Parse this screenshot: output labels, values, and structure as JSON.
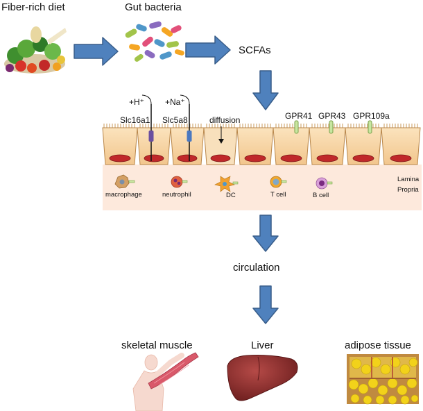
{
  "diagram": {
    "fiber_diet": "Fiber-rich diet",
    "gut_bacteria": "Gut bacteria",
    "scfas": "SCFAs",
    "transport": {
      "h_ion": "+H⁺",
      "na_ion": "+Na⁺",
      "slc16a1": "Slc16a1",
      "slc5a8": "Slc5a8",
      "diffusion": "diffusion"
    },
    "receptors": [
      "GPR41",
      "GPR43",
      "GPR109a"
    ],
    "lamina_propria": [
      "Lamina",
      "Propria"
    ],
    "immune_cells": [
      "macrophage",
      "neutrophil",
      "DC",
      "T cell",
      "B cell"
    ],
    "circulation": "circulation",
    "targets": [
      "skeletal muscle",
      "Liver",
      "adipose tissue"
    ]
  },
  "colors": {
    "arrow_fill": "#4f81bd",
    "arrow_stroke": "#385d8a",
    "epithelium": "#f5ce98",
    "nucleus": "#c0282a",
    "lamina_bg": "#fde9dc",
    "receptor": "#c8e6a0",
    "slc16a1": "#6a4fa0",
    "slc5a8": "#4a78c0",
    "liver": "#8b2d2d",
    "fat": "#f2d21a"
  },
  "icons": [
    "vegetables-icon",
    "bacteria-icon",
    "body-muscle-icon",
    "liver-icon",
    "adipose-icon"
  ]
}
